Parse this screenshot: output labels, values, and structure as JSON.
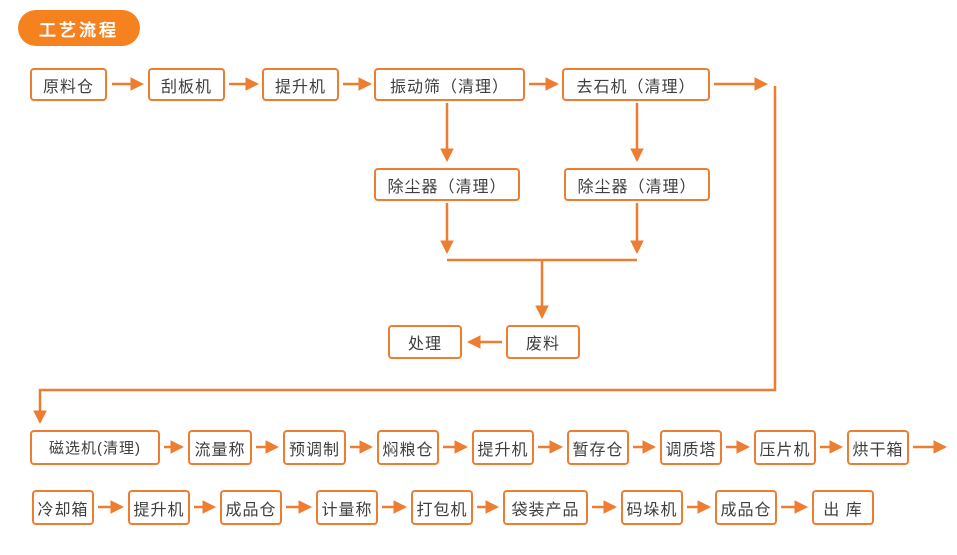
{
  "title_badge": "工艺流程",
  "colors": {
    "accent": "#ED7D31",
    "badge_bg": "#F5821F",
    "box_bg": "#FFFFFF",
    "text": "#3E3E3E",
    "badge_text": "#FFFFFF"
  },
  "flow": {
    "row1": [
      "原料仓",
      "刮板机",
      "提升机",
      "振动筛（清理）",
      "去石机（清理）"
    ],
    "dust_collectors": [
      "除尘器（清理）",
      "除尘器（清理）"
    ],
    "dispose": "处理",
    "waste": "废料",
    "row2": [
      "磁选机(清理)",
      "流量称",
      "预调制",
      "焖粮仓",
      "提升机",
      "暂存仓",
      "调质塔",
      "压片机",
      "烘干箱"
    ],
    "row3": [
      "冷却箱",
      "提升机",
      "成品仓",
      "计量称",
      "打包机",
      "袋装产品",
      "码垛机",
      "成品仓",
      "出 库"
    ]
  },
  "edges": [
    "原料仓→刮板机",
    "刮板机→提升机",
    "提升机→振动筛（清理）",
    "振动筛（清理）→去石机（清理）",
    "振动筛（清理）→除尘器（清理）左",
    "去石机（清理）→除尘器（清理）右",
    "除尘器（清理）左+右→废料",
    "废料→处理",
    "去石机（清理）→磁选机(清理)",
    "磁选机(清理)→流量称",
    "流量称→预调制",
    "预调制→焖粮仓",
    "焖粮仓→提升机",
    "提升机→暂存仓",
    "暂存仓→调质塔",
    "调质塔→压片机",
    "压片机→烘干箱",
    "烘干箱→右出",
    "冷却箱→提升机",
    "提升机→成品仓",
    "成品仓→计量称",
    "计量称→打包机",
    "打包机→袋装产品",
    "袋装产品→码垛机",
    "码垛机→成品仓",
    "成品仓→出 库"
  ]
}
